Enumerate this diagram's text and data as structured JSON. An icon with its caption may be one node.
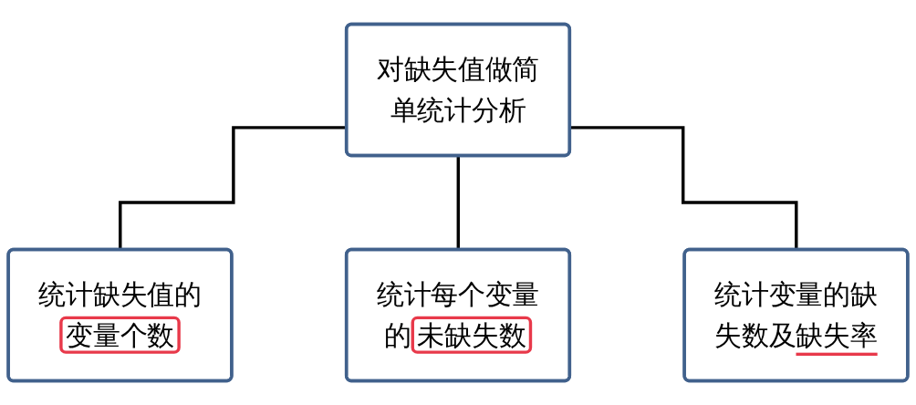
{
  "diagram": {
    "nodes": [
      {
        "text": [
          "对缺失值做简单统计分析"
        ]
      },
      {
        "text": [
          "统计缺失值的变量个数"
        ]
      },
      {
        "text": [
          "统计每个变量的未缺失数"
        ]
      },
      {
        "text": [
          "统计变量的缺失数及缺失率"
        ]
      }
    ],
    "edges": [
      {
        "from": 0,
        "to": 1,
        "arrow": "none"
      },
      {
        "from": 0,
        "to": 2,
        "arrow": "none"
      },
      {
        "from": 0,
        "to": 3,
        "arrow": "none"
      }
    ]
  }
}
